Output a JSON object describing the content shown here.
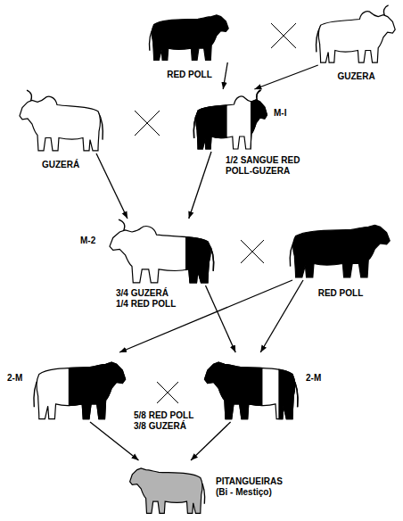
{
  "diagram": {
    "nodes": [
      {
        "text": [
          "RED POLL"
        ]
      },
      {
        "text": [
          "GUZERA"
        ]
      },
      {
        "text": [
          "GUZERÁ"
        ]
      },
      {
        "text": [
          "M-I",
          "1/2 SANGUE RED POLL-GUZERA"
        ]
      },
      {
        "text": [
          "M-2",
          "3/4 GUZERÁ 1/4 RED POLL"
        ]
      },
      {
        "text": [
          "RED POLL"
        ]
      },
      {
        "text": [
          "2-M"
        ]
      },
      {
        "text": [
          "2-M"
        ]
      },
      {
        "text": [
          "PITANGUEIRAS (Bi - Mestiço)"
        ]
      }
    ],
    "edges": [
      {
        "from": 0,
        "to": 3,
        "arrow": "to"
      },
      {
        "from": 1,
        "to": 3,
        "arrow": "to"
      },
      {
        "from": 2,
        "to": 4,
        "arrow": "to"
      },
      {
        "from": 3,
        "to": 4,
        "arrow": "to"
      },
      {
        "from": 4,
        "to": 7,
        "arrow": "to"
      },
      {
        "from": 5,
        "to": 7,
        "arrow": "to"
      },
      {
        "from": 5,
        "to": 6,
        "arrow": "to"
      },
      {
        "from": 6,
        "to": 8,
        "arrow": "to"
      },
      {
        "from": 7,
        "to": 8,
        "arrow": "to"
      }
    ],
    "labels": [
      "5/8 RED POLL 3/8 GUZERÁ"
    ]
  }
}
